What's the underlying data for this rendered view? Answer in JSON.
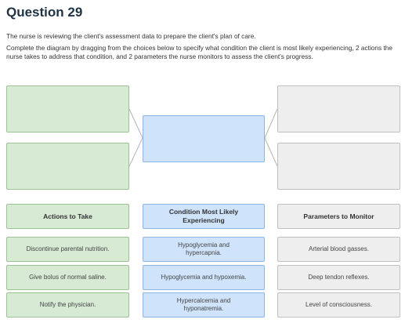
{
  "question": {
    "title": "Question 29",
    "instruction_1": "The nurse is reviewing the client's assessment data to prepare the client's plan of care.",
    "instruction_2": "Complete the diagram by dragging from the choices below to specify what condition the client is most likely experiencing, 2 actions the nurse takes to address that condition, and 2 parameters the nurse monitors to assess the client's progress."
  },
  "columns": {
    "actions_header": "Actions to Take",
    "condition_header": "Condition Most Likely Experiencing",
    "parameters_header": "Parameters to Monitor"
  },
  "actions": [
    "Discontinue parental nutrition.",
    "Give bolus of normal saline.",
    "Notify the physician."
  ],
  "conditions": [
    "Hypoglycemia and hypercapnia.",
    "Hypoglycemia and hypoxemia.",
    "Hypercalcemia and hyponatremia."
  ],
  "parameters": [
    "Arterial blood gasses.",
    "Deep tendon reflexes.",
    "Level of consciousness."
  ],
  "colors": {
    "green_fill": "#d6ead4",
    "blue_fill": "#cfe3fb",
    "gray_fill": "#eeeeee"
  }
}
